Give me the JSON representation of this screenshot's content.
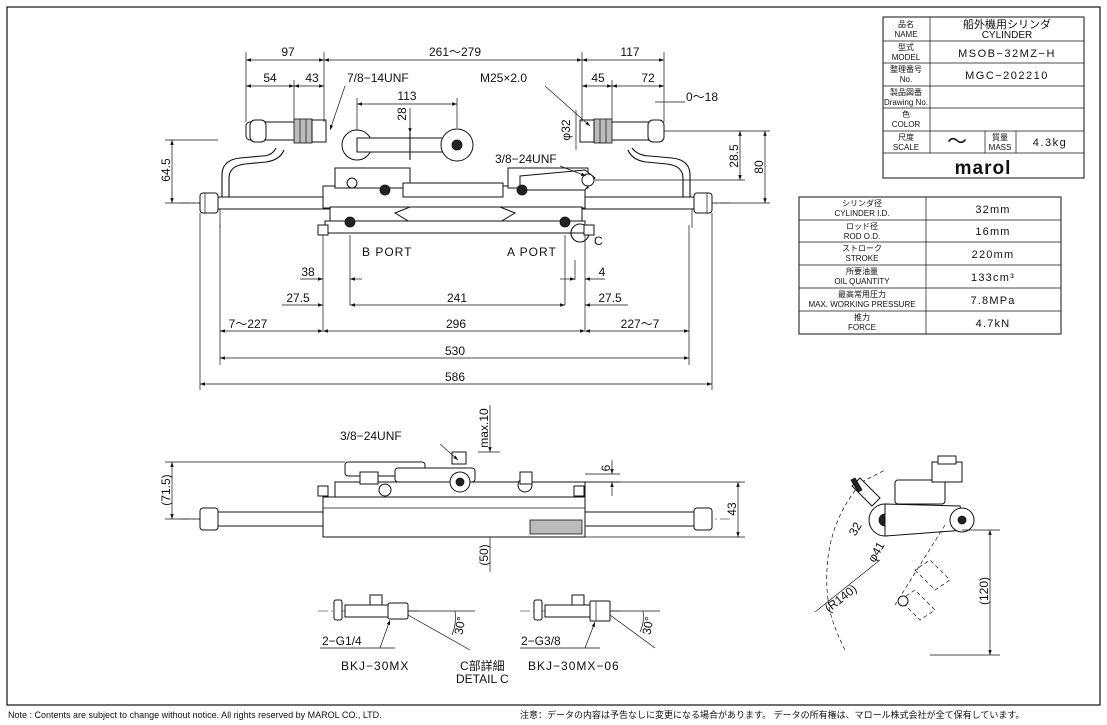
{
  "title_block": {
    "name_jp": "品名",
    "name_en": "NAME",
    "name_value_jp": "船外機用シリンダ",
    "name_value_en": "CYLINDER",
    "model_jp": "型式",
    "model_en": "MODEL",
    "model_value": "MSOB−32MZ−H",
    "no_jp": "整理番号",
    "no_en": "No.",
    "no_value": "MGC−202210",
    "drawing_jp": "製品図番",
    "drawing_en": "Drawing No.",
    "drawing_value": "",
    "color_jp": "色",
    "color_en": "COLOR",
    "color_value": "",
    "scale_jp": "尺度",
    "scale_en": "SCALE",
    "scale_value": "〜",
    "mass_jp": "質量",
    "mass_en": "MASS",
    "mass_value": "4.3kg",
    "logo": "marol"
  },
  "specs": [
    {
      "jp": "シリンダ径",
      "en": "CYLINDER I.D.",
      "value": "32mm"
    },
    {
      "jp": "ロッド径",
      "en": "ROD O.D.",
      "value": "16mm"
    },
    {
      "jp": "ストローク",
      "en": "STROKE",
      "value": "220mm"
    },
    {
      "jp": "所要油量",
      "en": "OIL QUANTITY",
      "value": "133cm³"
    },
    {
      "jp": "最高常用圧力",
      "en": "MAX. WORKING PRESSURE",
      "value": "7.8MPa"
    },
    {
      "jp": "推力",
      "en": "FORCE",
      "value": "4.7kN"
    }
  ],
  "top_view": {
    "d_97": "97",
    "d_261_279": "261〜279",
    "d_117": "117",
    "d_54": "54",
    "d_43": "43",
    "thread_14unf": "7/8−14UNF",
    "thread_m25": "M25×2.0",
    "d_45": "45",
    "d_72": "72",
    "d_0_18": "0〜18",
    "d_113": "113",
    "d_28": "28",
    "d_phi32": "φ32",
    "d_64_5": "64.5",
    "d_28_5": "28.5",
    "d_80": "80",
    "thread_24unf": "3/8−24UNF",
    "b_port": "B PORT",
    "a_port": "A PORT",
    "detail_c_mark": "C",
    "d_38": "38",
    "d_4": "4",
    "d_27_5_left": "27.5",
    "d_241": "241",
    "d_27_5_right": "27.5",
    "d_7_227": "7〜227",
    "d_296": "296",
    "d_227_7": "227〜7",
    "d_530": "530",
    "d_586": "586"
  },
  "front_view": {
    "thread_24unf": "3/8−24UNF",
    "d_max10": "max.10",
    "d_6": "6",
    "d_71_5": "(71.5)",
    "d_43": "43",
    "d_50": "(50)"
  },
  "side_view": {
    "d_r140": "(R140)",
    "d_120": "(120)",
    "d_32": "32",
    "d_phi41": "φ41"
  },
  "details": {
    "left_fitting": "2−G1/4",
    "left_angle": "30°",
    "left_name": "BKJ−30MX",
    "center_jp": "C部詳細",
    "center_en": "DETAIL C",
    "right_fitting": "2−G3/8",
    "right_angle": "30°",
    "right_name": "BKJ−30MX−06"
  },
  "footer": {
    "left": "Note : Contents are subject to change without notice.   All rights reserved by MAROL CO., LTD.",
    "right": "注意：データの内容は予告なしに変更になる場合があります。  データの所有権は、マロール株式会社が全て保有しています。"
  }
}
